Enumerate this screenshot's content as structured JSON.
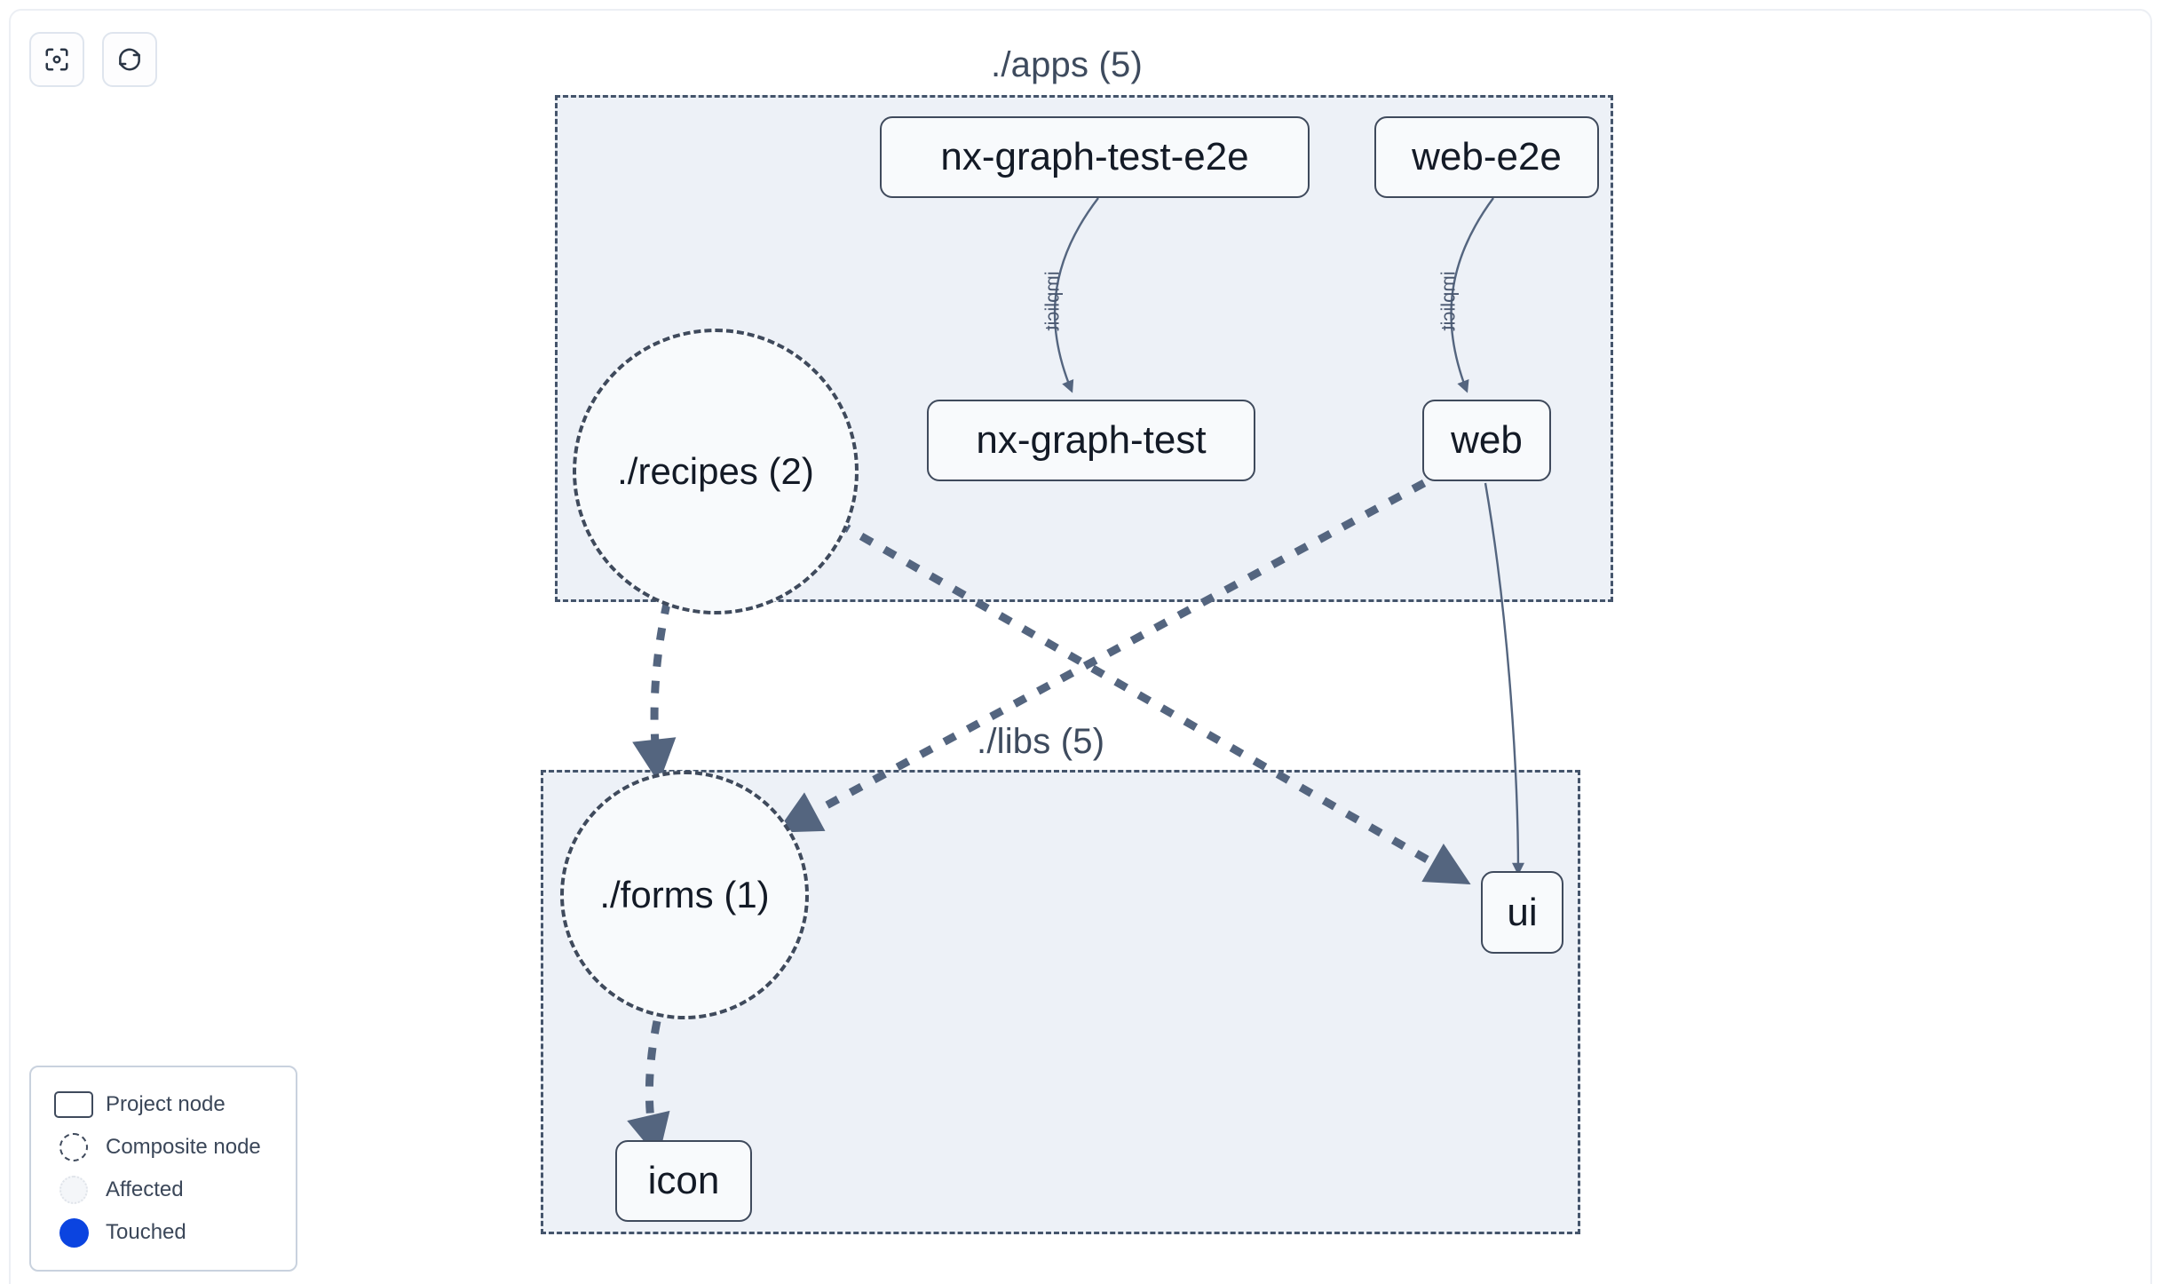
{
  "toolbar": {
    "buttons": [
      {
        "name": "focus-graph-button",
        "icon": "focus-target-icon",
        "label": ""
      },
      {
        "name": "refresh-graph-button",
        "icon": "refresh-sync-icon",
        "label": ""
      }
    ]
  },
  "graph": {
    "groups": [
      {
        "id": "apps",
        "label": "./apps (5)"
      },
      {
        "id": "libs",
        "label": "./libs (5)"
      }
    ],
    "project_nodes": [
      {
        "id": "nx-graph-test-e2e",
        "label": "nx-graph-test-e2e"
      },
      {
        "id": "web-e2e",
        "label": "web-e2e"
      },
      {
        "id": "nx-graph-test",
        "label": "nx-graph-test"
      },
      {
        "id": "web",
        "label": "web"
      },
      {
        "id": "ui",
        "label": "ui"
      },
      {
        "id": "icon",
        "label": "icon"
      }
    ],
    "composite_nodes": [
      {
        "id": "recipes",
        "label": "./recipes (2)"
      },
      {
        "id": "forms",
        "label": "./forms (1)"
      }
    ],
    "edges": [
      {
        "from": "nx-graph-test-e2e",
        "to": "nx-graph-test",
        "label": "implicit",
        "style": "solid"
      },
      {
        "from": "web-e2e",
        "to": "web",
        "label": "implicit",
        "style": "solid"
      },
      {
        "from": "recipes",
        "to": "forms",
        "label": "",
        "style": "dashed"
      },
      {
        "from": "recipes",
        "to": "ui",
        "label": "",
        "style": "dashed"
      },
      {
        "from": "web",
        "to": "forms",
        "label": "",
        "style": "dashed"
      },
      {
        "from": "web",
        "to": "ui",
        "label": "",
        "style": "solid"
      },
      {
        "from": "forms",
        "to": "icon",
        "label": "",
        "style": "dashed"
      }
    ]
  },
  "legend": {
    "items": [
      {
        "swatch": "project-node-swatch",
        "label": "Project node"
      },
      {
        "swatch": "composite-node-swatch",
        "label": "Composite node"
      },
      {
        "swatch": "affected-swatch",
        "label": "Affected"
      },
      {
        "swatch": "touched-swatch",
        "label": "Touched"
      }
    ]
  },
  "colors": {
    "node_border": "#3f4a5c",
    "node_fill": "#f8fafc",
    "group_fill": "#edf1f7",
    "group_border": "#44546b",
    "edge": "#54657f",
    "touched": "#0b44e0",
    "canvas": "#ffffff"
  }
}
